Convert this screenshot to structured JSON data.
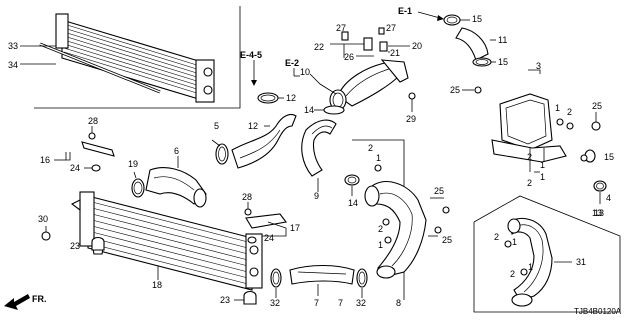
{
  "diagram": {
    "code": "TJB4B0120A",
    "direction": "FR.",
    "refs": [
      "E-1",
      "E-4-5",
      "E-2"
    ],
    "callouts": [
      "33",
      "34",
      "27",
      "27",
      "22",
      "26",
      "21",
      "20",
      "15",
      "11",
      "15",
      "12",
      "10",
      "3",
      "25",
      "14",
      "29",
      "1",
      "2",
      "25",
      "28",
      "16",
      "24",
      "5",
      "12",
      "9",
      "6",
      "19",
      "14",
      "2",
      "1",
      "7",
      "15",
      "13",
      "1",
      "2",
      "1",
      "2",
      "25",
      "25",
      "4",
      "30",
      "13",
      "18",
      "23",
      "28",
      "17",
      "24",
      "2",
      "1",
      "31",
      "2",
      "1",
      "2",
      "1",
      "8",
      "23",
      "32",
      "7",
      "32"
    ]
  }
}
